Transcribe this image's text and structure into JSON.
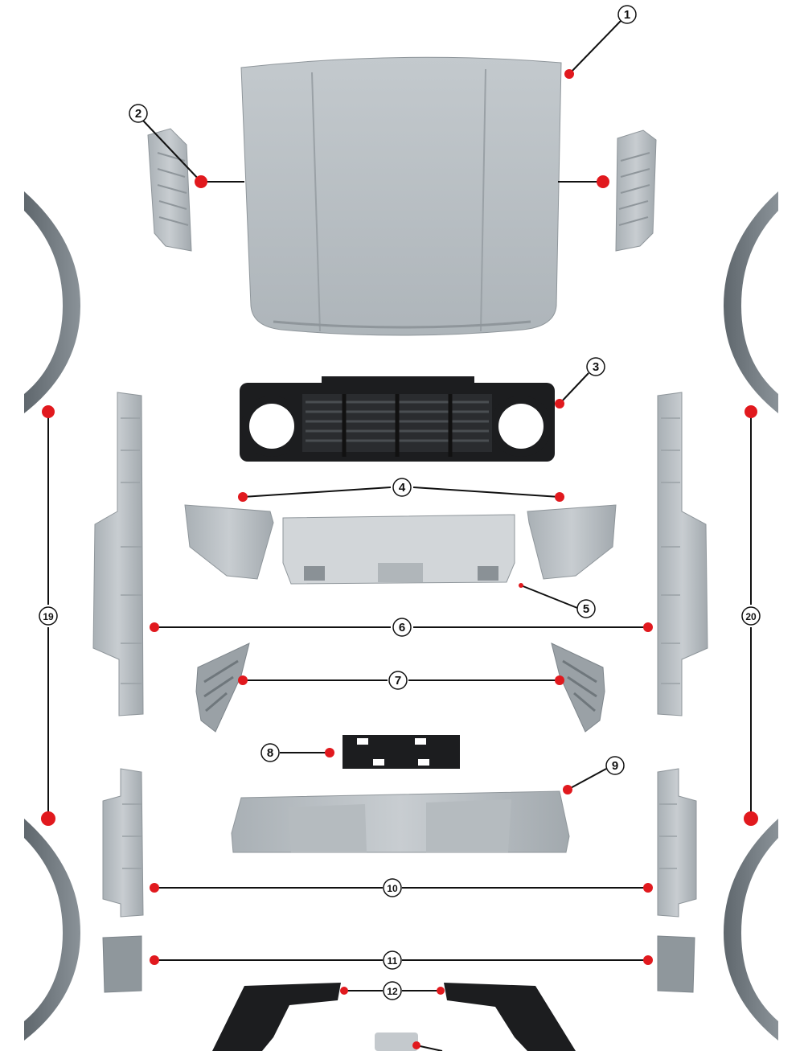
{
  "colors": {
    "part_light": "#c9ced2",
    "part_mid": "#aab0b5",
    "part_dark": "#7d858b",
    "part_black": "#1c1d1f",
    "marker": "#e1191e",
    "line": "#111111"
  },
  "callouts": [
    {
      "id": "1",
      "part": "hood"
    },
    {
      "id": "2",
      "part": "hood-side-vents"
    },
    {
      "id": "3",
      "part": "front-grille"
    },
    {
      "id": "4",
      "part": "front-bumper-corners"
    },
    {
      "id": "5",
      "part": "front-bumper-center"
    },
    {
      "id": "6",
      "part": "side-skirt-front"
    },
    {
      "id": "7",
      "part": "bumper-side-grilles"
    },
    {
      "id": "8",
      "part": "license-plate-bracket"
    },
    {
      "id": "9",
      "part": "rear-bumper"
    },
    {
      "id": "10",
      "part": "side-skirt-rear"
    },
    {
      "id": "11",
      "part": "rear-corner-trims"
    },
    {
      "id": "12",
      "part": "rear-brackets"
    },
    {
      "id": "19",
      "part": "left-wheel-arches"
    },
    {
      "id": "20",
      "part": "right-wheel-arches"
    }
  ]
}
